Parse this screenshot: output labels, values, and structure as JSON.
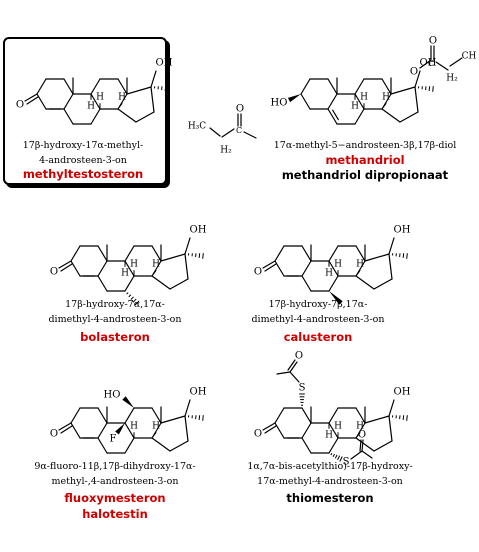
{
  "colors": {
    "name_red": "#d00000",
    "name_black": "#000000",
    "line": "#000000"
  },
  "atoms": {
    "O": "O",
    "OH": "OH",
    "HO": "HO",
    "H": "H",
    "F": "F",
    "S": "S",
    "CH": "CH",
    "H3C": "H₃C",
    "H2": "H₂",
    "C": "C"
  },
  "compounds": [
    {
      "id": "methyltestosteron",
      "caption": [
        "17β-hydroxy-17α-methyl-",
        "4-androsteen-3-on"
      ],
      "names": [
        {
          "text": "methyltestosteron",
          "color": "red"
        }
      ]
    },
    {
      "id": "methandriol",
      "caption": [
        "17α-methyl-5−androsteen-3β,17β-diol"
      ],
      "names": [
        {
          "text": "methandriol",
          "color": "red"
        },
        {
          "text": "methandriol dipropionaat",
          "color": "black"
        }
      ]
    },
    {
      "id": "bolasteron",
      "caption": [
        "17β-hydroxy-7α,17α-",
        "dimethyl-4-androsteen-3-on"
      ],
      "names": [
        {
          "text": "bolasteron",
          "color": "red"
        }
      ]
    },
    {
      "id": "calusteron",
      "caption": [
        "17β-hydroxy-7β,17α-",
        "dimethyl-4-androsteen-3-on"
      ],
      "names": [
        {
          "text": "calusteron",
          "color": "red"
        }
      ]
    },
    {
      "id": "fluoxymesteron",
      "caption": [
        "9α-fluoro-11β,17β-dihydroxy-17α-",
        "methyl-,4-androsteen-3-on"
      ],
      "names": [
        {
          "text": "fluoxymesteron",
          "color": "red"
        },
        {
          "text": "halotestin",
          "color": "red"
        }
      ]
    },
    {
      "id": "thiomesteron",
      "caption": [
        "1α,7α-bis-acetylthio)-17β-hydroxy-",
        "17α-methyl-4-androsteen-3-on"
      ],
      "names": [
        {
          "text": "thiomesteron",
          "color": "black"
        }
      ]
    }
  ]
}
